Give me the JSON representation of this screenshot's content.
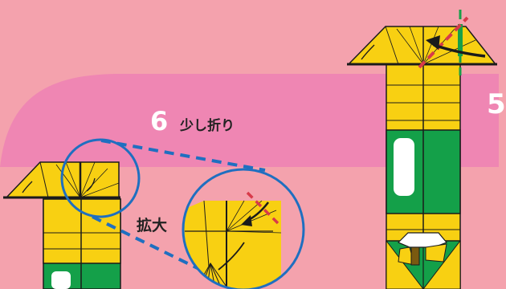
{
  "step": {
    "number": "6",
    "label": "少し折り",
    "next_number": "5"
  },
  "zoom_label": "拡大",
  "colors": {
    "background": "#f4a2ad",
    "band": "#ef86b3",
    "paper_yellow": "#f8d012",
    "paper_green": "#14a049",
    "fold_line": "#1b1b1b",
    "magnifier": "#1f6fc0",
    "fold_guide_red": "#d83a4a",
    "guide_green": "#18a048"
  },
  "icons": [
    "curved-arrow-icon",
    "magnifier-circle-icon",
    "dashed-fold-line-icon"
  ]
}
